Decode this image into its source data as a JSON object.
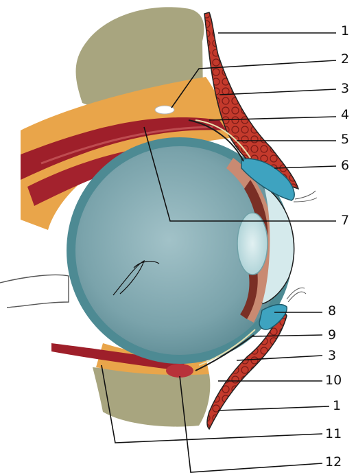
{
  "labels": [
    {
      "id": "l1a",
      "text": "1"
    },
    {
      "id": "l2",
      "text": "2"
    },
    {
      "id": "l3a",
      "text": "3"
    },
    {
      "id": "l4",
      "text": "4"
    },
    {
      "id": "l5",
      "text": "5"
    },
    {
      "id": "l6",
      "text": "6"
    },
    {
      "id": "l7",
      "text": "7"
    },
    {
      "id": "l8",
      "text": "8"
    },
    {
      "id": "l9",
      "text": "9"
    },
    {
      "id": "l3b",
      "text": "3"
    },
    {
      "id": "l10",
      "text": "10"
    },
    {
      "id": "l1b",
      "text": "1"
    },
    {
      "id": "l11",
      "text": "11"
    },
    {
      "id": "l12",
      "text": "12"
    }
  ],
  "colors": {
    "bone": "#a7a47f",
    "fat": "#e9a54a",
    "muscle": "#9e1f2a",
    "sclera": "#4d8a93",
    "globe": "#7fa8b0",
    "lens": "#c9e3e6",
    "tarsal": "#3ea3c0",
    "skin_vessel": "#b83a2e"
  }
}
